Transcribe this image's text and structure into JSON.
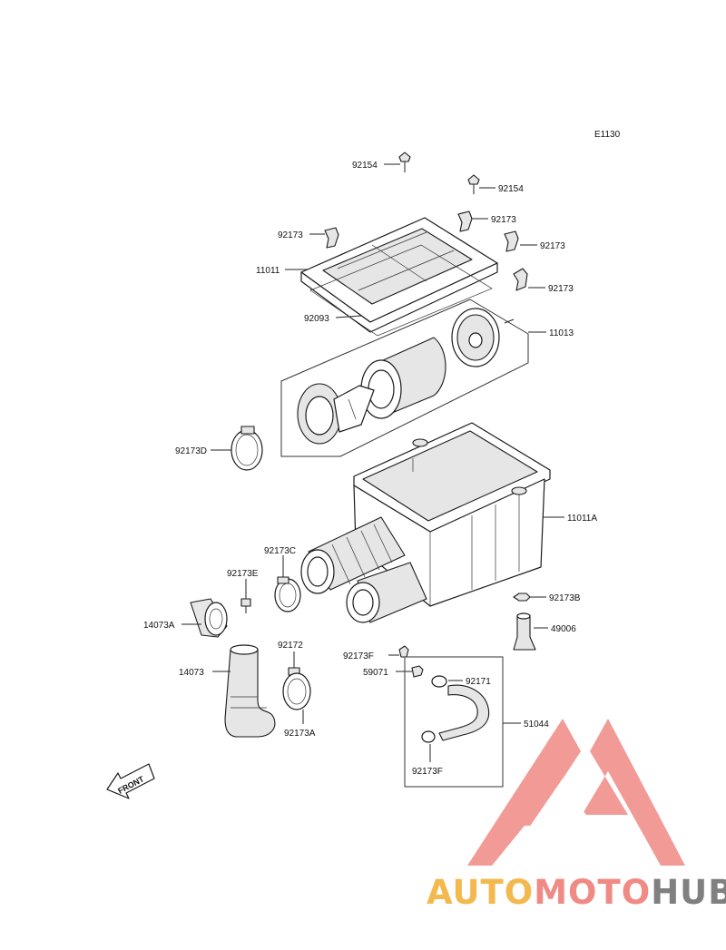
{
  "diagram_code": "E1130",
  "parts": {
    "p92154_top": "92154",
    "p92154_right": "92154",
    "p92173_left": "92173",
    "p92173_tr1": "92173",
    "p92173_tr2": "92173",
    "p92173_tr3": "92173",
    "p11011": "11011",
    "p92093": "92093",
    "p11013": "11013",
    "p92173D": "92173D",
    "p11011A": "11011A",
    "p92173C": "92173C",
    "p92173E": "92173E",
    "p92173B": "92173B",
    "p14073A": "14073A",
    "p49006": "49006",
    "p92172": "92172",
    "p92173F_a": "92173F",
    "p59071": "59071",
    "p92171": "92171",
    "p14073": "14073",
    "p51044": "51044",
    "p92173A": "92173A",
    "p92173F_b": "92173F"
  },
  "front_label": "FRONT",
  "watermark": {
    "part1": "AUTO",
    "part2": "MOTO",
    "part3": "HUB",
    "colors": {
      "yellow": "#f3b94f",
      "pink": "#f08a84",
      "gray": "#808080"
    }
  }
}
